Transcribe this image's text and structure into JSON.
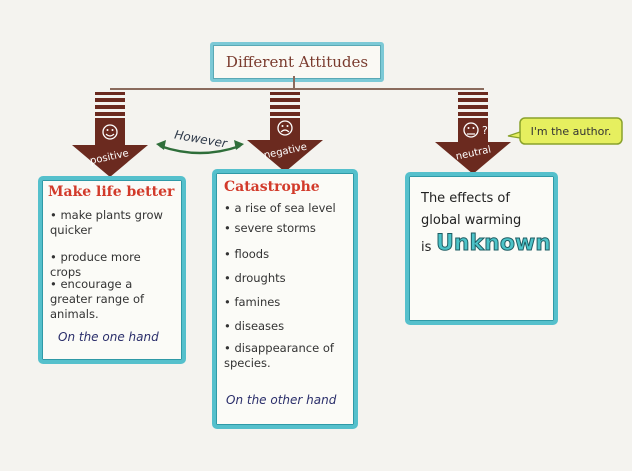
{
  "title": "Different Attitudes",
  "connector_label": "However",
  "columns": [
    {
      "label": "positive",
      "face": "smile-icon",
      "heading": "Make life better",
      "items": [
        "make plants grow quicker",
        "produce more crops",
        "encourage a greater range of animals."
      ],
      "footer": "On the one hand"
    },
    {
      "label": "negative",
      "face": "frown-icon",
      "heading": "Catastrophe",
      "items": [
        "a rise of sea level",
        "severe storms",
        "floods",
        "droughts",
        "famines",
        "diseases",
        "disappearance of species."
      ],
      "footer": "On the other hand"
    },
    {
      "label": "neutral",
      "face": "neutral-question-icon",
      "speech": "I'm the author.",
      "statement": "The effects of global warming",
      "statement_is": "is",
      "statement_emph": "Unknown"
    }
  ],
  "colors": {
    "arrow": "#6b2a1f",
    "box_border": "#55c0cc",
    "heading": "#d23a2a",
    "footer": "#2b2f6b",
    "speech_bg": "#e6ef5f",
    "connector": "#2f6e3a"
  }
}
